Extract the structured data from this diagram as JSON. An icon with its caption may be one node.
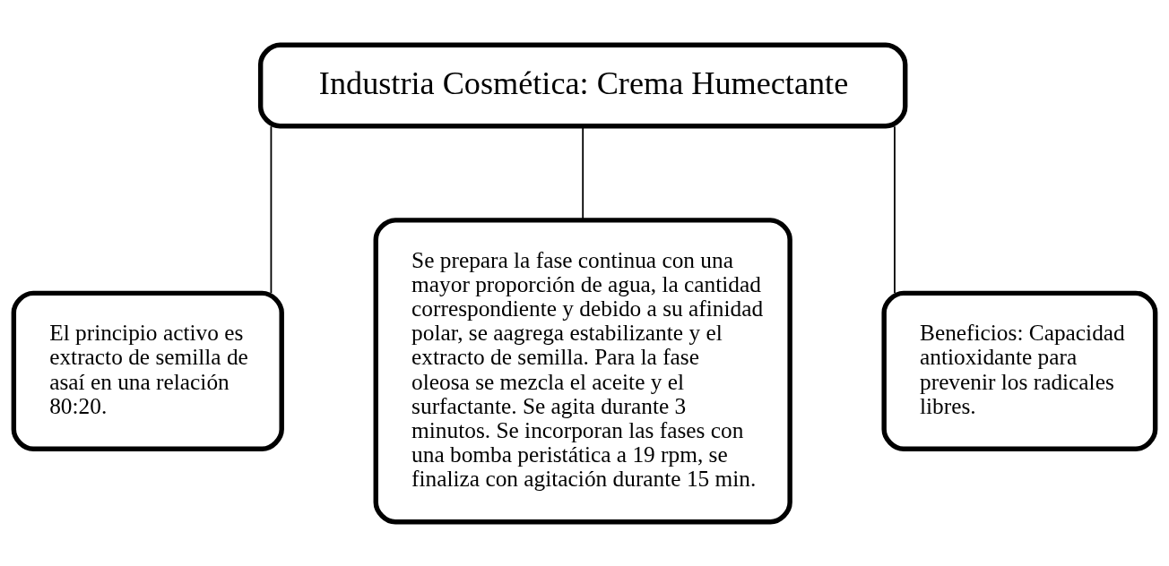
{
  "diagram": {
    "nodes": [
      {
        "text": [
          "Industria Cosmética: Crema Humectante"
        ]
      },
      {
        "text": [
          "El principio activo es extracto de semilla de asaí en una relación 80:20."
        ]
      },
      {
        "text": [
          "Se prepara la fase continua con una mayor proporción de agua, la cantidad correspondiente y debido a su afinidad polar, se aagrega estabilizante y el extracto de semilla. Para la fase oleosa se mezcla el aceite y el surfactante. Se agita durante 3 minutos. Se incorporan las fases con una bomba peristática a 19 rpm, se finaliza con agitación durante 15 min."
        ]
      },
      {
        "text": [
          "Beneficios: Capacidad antioxidante para prevenir los radicales libres."
        ]
      }
    ],
    "edges": [
      {
        "from": 0,
        "to": 1,
        "arrow": "none"
      },
      {
        "from": 0,
        "to": 2,
        "arrow": "none"
      },
      {
        "from": 0,
        "to": 3,
        "arrow": "none"
      }
    ]
  }
}
